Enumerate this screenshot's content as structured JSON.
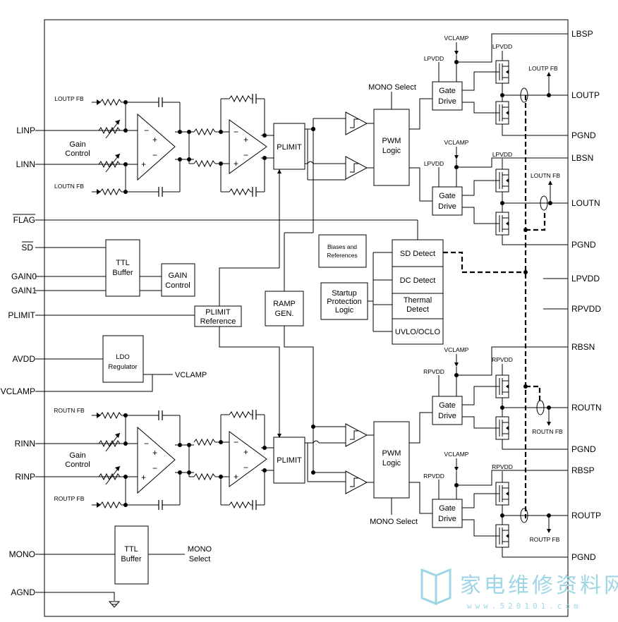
{
  "pins_left": {
    "linp": "LINP",
    "linn": "LINN",
    "flag": "FLAG",
    "sd": "SD",
    "gain0": "GAIN0",
    "gain1": "GAIN1",
    "plimit": "PLIMIT",
    "avdd": "AVDD",
    "vclamp": "VCLAMP",
    "rinn": "RINN",
    "rinp": "RINP",
    "mono": "MONO",
    "agnd": "AGND"
  },
  "pins_right": {
    "lbsp": "LBSP",
    "loutp": "LOUTP",
    "pgnd1": "PGND",
    "lbsn": "LBSN",
    "loutn": "LOUTN",
    "pgnd2": "PGND",
    "lpvdd": "LPVDD",
    "rpvdd": "RPVDD",
    "rbsn": "RBSN",
    "routn": "ROUTN",
    "pgnd3": "PGND",
    "rbsp": "RBSP",
    "routp": "ROUTP",
    "pgnd4": "PGND"
  },
  "blocks": {
    "plimit_top": "PLIMIT",
    "plimit_bottom": "PLIMIT",
    "pwm_top_1": "PWM",
    "pwm_top_2": "Logic",
    "pwm_bottom_1": "PWM",
    "pwm_bottom_2": "Logic",
    "gate_1a": "Gate",
    "gate_1b": "Drive",
    "gate_2a": "Gate",
    "gate_2b": "Drive",
    "gate_3a": "Gate",
    "gate_3b": "Drive",
    "gate_4a": "Gate",
    "gate_4b": "Drive",
    "ttl_top_1": "TTL",
    "ttl_top_2": "Buffer",
    "gain_ctrl_1": "GAIN",
    "gain_ctrl_2": "Control",
    "plimit_ref_1": "PLIMIT",
    "plimit_ref_2": "Reference",
    "ramp_1": "RAMP",
    "ramp_2": "GEN.",
    "ldo_1": "LDO",
    "ldo_2": "Regulator",
    "biases_1": "Biases and",
    "biases_2": "References",
    "startup_1": "Startup",
    "startup_2": "Protection",
    "startup_3": "Logic",
    "sd_detect": "SD Detect",
    "dc_detect": "DC Detect",
    "thermal_1": "Thermal",
    "thermal_2": "Detect",
    "uvlo": "UVLO/OCLO",
    "ttl_bottom_1": "TTL",
    "ttl_bottom_2": "Buffer"
  },
  "labels": {
    "mono_select_top": "MONO Select",
    "mono_select_bottom": "MONO Select",
    "mono_select_right_1": "MONO",
    "mono_select_right_2": "Select",
    "vclamp_out": "VCLAMP",
    "gain_control_top_1": "Gain",
    "gain_control_top_2": "Control",
    "gain_control_bottom_1": "Gain",
    "gain_control_bottom_2": "Control",
    "loutp_fb_in": "LOUTP FB",
    "loutn_fb_in": "LOUTN FB",
    "routn_fb_in": "ROUTN FB",
    "routp_fb_in": "ROUTP FB",
    "loutp_fb_out": "LOUTP FB",
    "loutn_fb_out": "LOUTN FB",
    "routn_fb_out": "ROUTN FB",
    "routp_fb_out": "ROUTP FB",
    "vclamp_1": "VCLAMP",
    "vclamp_2": "VCLAMP",
    "vclamp_3": "VCLAMP",
    "vclamp_4": "VCLAMP",
    "lpvdd_1a": "LPVDD",
    "lpvdd_1b": "LPVDD",
    "lpvdd_2a": "LPVDD",
    "lpvdd_2b": "LPVDD",
    "rpvdd_3a": "RPVDD",
    "rpvdd_3b": "RPVDD",
    "rpvdd_4a": "RPVDD",
    "rpvdd_4b": "RPVDD",
    "op_minus": "−",
    "op_plus": "+"
  },
  "watermark": {
    "text": "家电维修资料网",
    "url": "www.520101.com"
  }
}
